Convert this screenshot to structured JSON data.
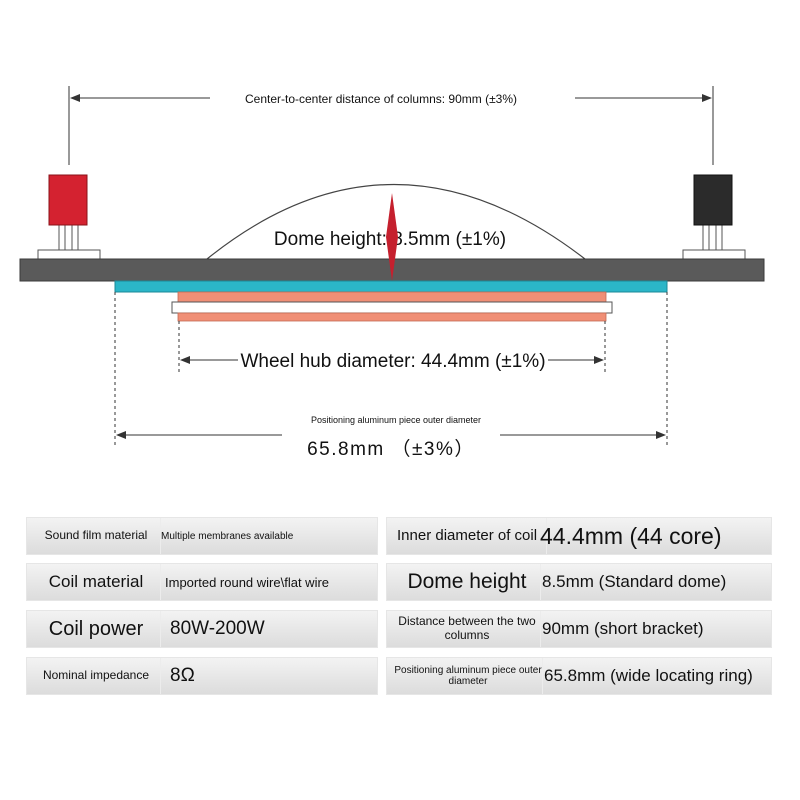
{
  "dimensions": {
    "column_distance": "Center-to-center distance of columns: 90mm (±3%)",
    "dome_height": "Dome height: 8.5mm (±1%)",
    "hub_diameter": "Wheel hub diameter: 44.4mm (±1%)",
    "ring_title": "Positioning aluminum piece outer diameter",
    "ring_value": "65.8mm （±3%）"
  },
  "colors": {
    "plate": "#5a5a5a",
    "ring": "#2bb6c8",
    "coil": "#f08f76",
    "terminal_positive": "#d42230",
    "terminal_negative": "#2b2b2b",
    "dome_marker": "#c5202e"
  },
  "specs": {
    "left": [
      {
        "label": "Sound film material",
        "value": "Multiple membranes available"
      },
      {
        "label": "Coil material",
        "value": "Imported round wire\\flat wire"
      },
      {
        "label": "Coil power",
        "value": "80W-200W"
      },
      {
        "label": "Nominal impedance",
        "value": "8Ω"
      }
    ],
    "right": [
      {
        "label": "Inner diameter of coil",
        "value": "44.4mm (44 core)"
      },
      {
        "label": "Dome height",
        "value": "8.5mm (Standard dome)"
      },
      {
        "label": "Distance between the two columns",
        "value": "90mm (short bracket)"
      },
      {
        "label": "Positioning aluminum piece outer diameter",
        "value": "65.8mm (wide locating ring)"
      }
    ]
  }
}
